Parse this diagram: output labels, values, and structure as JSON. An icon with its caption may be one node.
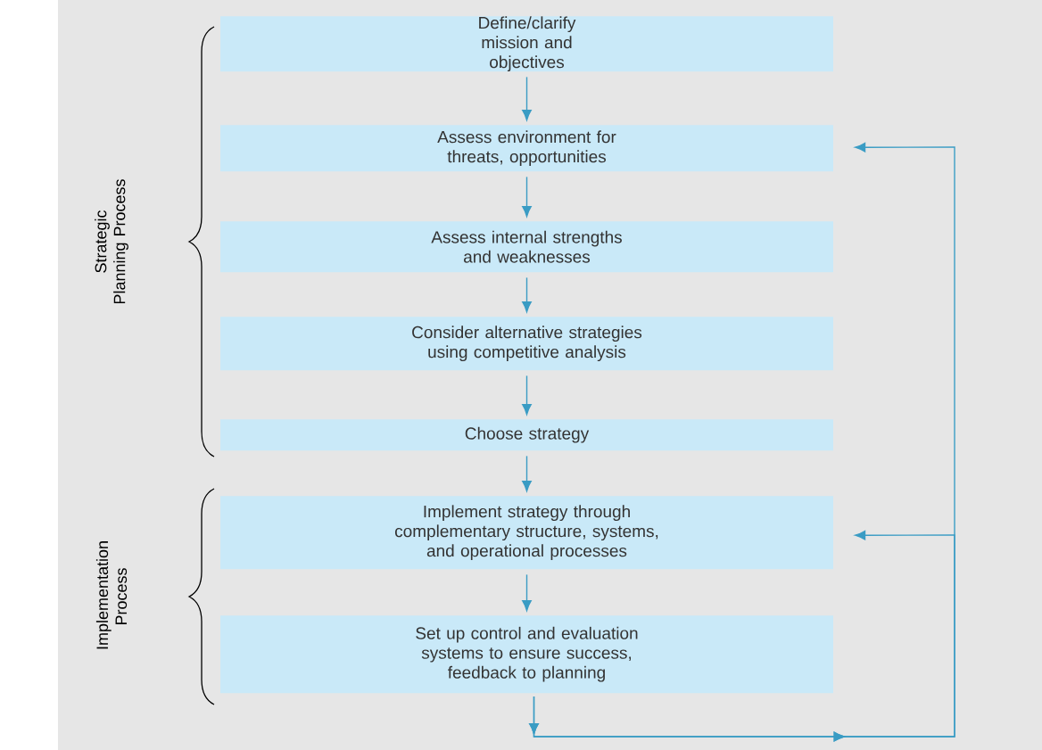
{
  "diagram": {
    "nodes": [
      {
        "text": [
          "Define/clarify mission and objectives"
        ]
      },
      {
        "text": [
          "Assess environment for threats, opportunities"
        ]
      },
      {
        "text": [
          "Assess internal strengths and weaknesses"
        ]
      },
      {
        "text": [
          "Consider alternative strategies using competitive analysis"
        ]
      },
      {
        "text": [
          "Choose strategy"
        ]
      },
      {
        "text": [
          "Implement strategy through complementary structure, systems, and operational processes"
        ]
      },
      {
        "text": [
          "Set up control and evaluation systems to ensure success, feedback to planning"
        ]
      }
    ],
    "edges": [
      {
        "from": 0,
        "to": 1,
        "arrow": "to"
      },
      {
        "from": 1,
        "to": 2,
        "arrow": "to"
      },
      {
        "from": 2,
        "to": 3,
        "arrow": "to"
      },
      {
        "from": 3,
        "to": 4,
        "arrow": "to"
      },
      {
        "from": 4,
        "to": 5,
        "arrow": "to"
      },
      {
        "from": 5,
        "to": 6,
        "arrow": "to"
      },
      {
        "from": 6,
        "to": 1,
        "arrow": "to"
      },
      {
        "from": 6,
        "to": 5,
        "arrow": "to"
      }
    ],
    "labels": [
      "Strategic Planning Process",
      "Implementation Process"
    ]
  }
}
